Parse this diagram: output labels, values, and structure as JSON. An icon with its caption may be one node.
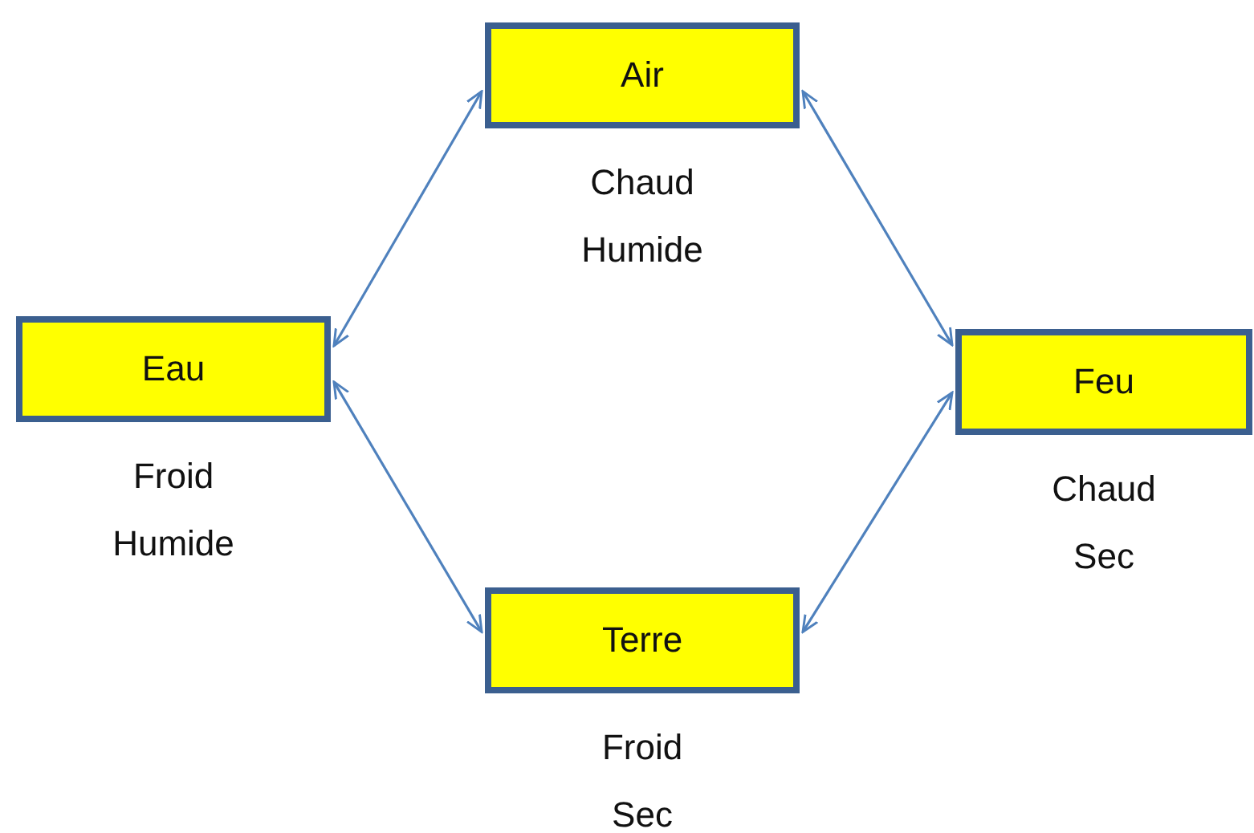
{
  "diagram": {
    "nodes": [
      {
        "text": [
          "Air"
        ],
        "beside": [
          "Chaud",
          "Humide"
        ]
      },
      {
        "text": [
          "Eau"
        ],
        "beside": [
          "Froid",
          "Humide"
        ]
      },
      {
        "text": [
          "Feu"
        ],
        "beside": [
          "Chaud",
          "Sec"
        ]
      },
      {
        "text": [
          "Terre"
        ],
        "beside": [
          "Froid",
          "Sec"
        ]
      }
    ],
    "edges": [
      {
        "from": 0,
        "to": 1,
        "arrow": "both",
        "color": "#4f81bd"
      },
      {
        "from": 0,
        "to": 2,
        "arrow": "both",
        "color": "#4f81bd"
      },
      {
        "from": 1,
        "to": 3,
        "arrow": "both",
        "color": "#4f81bd"
      },
      {
        "from": 3,
        "to": 2,
        "arrow": "both",
        "color": "#4f81bd"
      }
    ]
  }
}
